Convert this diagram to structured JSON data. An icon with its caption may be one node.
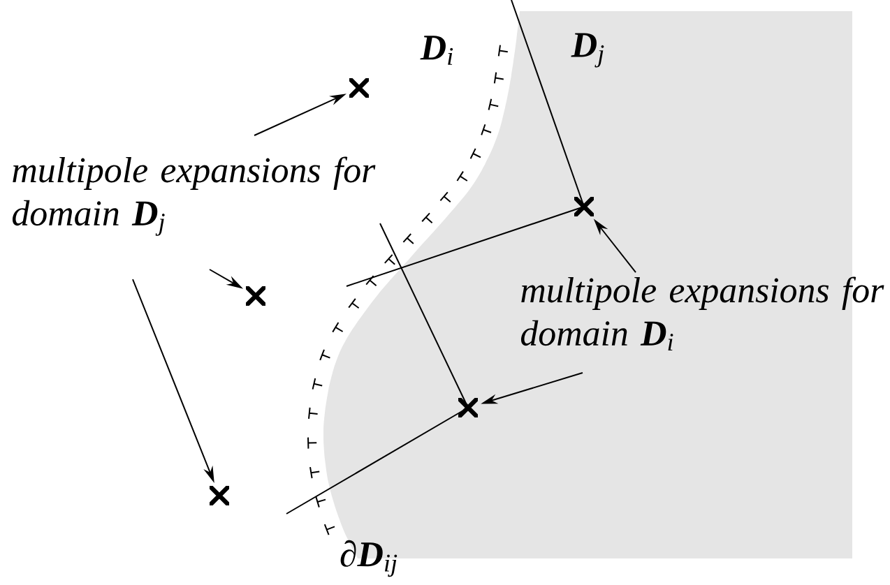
{
  "diagram": {
    "nodes": [
      {
        "text": [
          "multipole expansions for domain **D**$_{j}$"
        ]
      },
      {
        "text": [],
        "shape": "cross"
      },
      {
        "text": [],
        "shape": "cross"
      },
      {
        "text": [],
        "shape": "cross"
      },
      {
        "text": [],
        "shape": "cross"
      },
      {
        "text": [
          "multipole expansions for domain **D**$_{i}$"
        ]
      },
      {
        "text": [],
        "shape": "cross"
      }
    ],
    "edges": [
      {
        "from": 0,
        "to": 1,
        "arrow": "to"
      },
      {
        "from": 0,
        "to": 2,
        "arrow": "to"
      },
      {
        "from": 0,
        "to": 3,
        "arrow": "to"
      },
      {
        "from": 5,
        "to": 4,
        "arrow": "to"
      },
      {
        "from": 5,
        "to": 6,
        "arrow": "to"
      }
    ],
    "labels": [
      "**D**$_{i}$",
      "**D**$_{j}$",
      "∂**D**$_{ij}$"
    ]
  }
}
